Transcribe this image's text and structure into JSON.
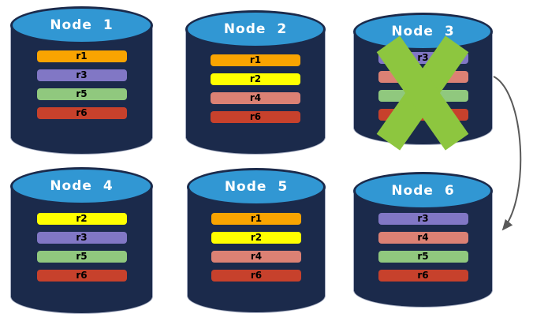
{
  "diagram": {
    "background_color": "#FFFFFF",
    "node_body_color": "#1B2A4B",
    "node_top_color": "#3197D3",
    "node_outline_color": "#A9B0C4",
    "title_color": "#FFFFFF",
    "failure_x_color": "#8DC63F",
    "arrow_color": "#595959"
  },
  "icons": {
    "failure_x": "x-cross-failure-mark",
    "failover_arrow": "curved-arrow-node3-to-node6"
  },
  "nodes": [
    {
      "title": "Node 1",
      "failed": false,
      "replicas": [
        {
          "label": "r1",
          "color": "#F9A401"
        },
        {
          "label": "r3",
          "color": "#8177C5"
        },
        {
          "label": "r5",
          "color": "#90C87E"
        },
        {
          "label": "r6",
          "color": "#C7412C"
        }
      ]
    },
    {
      "title": "Node 2",
      "failed": false,
      "replicas": [
        {
          "label": "r1",
          "color": "#F9A401"
        },
        {
          "label": "r2",
          "color": "#FFFF00"
        },
        {
          "label": "r4",
          "color": "#DC8174"
        },
        {
          "label": "r6",
          "color": "#C7412C"
        }
      ]
    },
    {
      "title": "Node 3",
      "failed": true,
      "replicas": [
        {
          "label": "r3",
          "color": "#8177C5"
        },
        {
          "label": "",
          "color": "#DC8174"
        },
        {
          "label": "",
          "color": "#90C87E"
        },
        {
          "label": "",
          "color": "#C7412C"
        }
      ]
    },
    {
      "title": "Node 4",
      "failed": false,
      "replicas": [
        {
          "label": "r2",
          "color": "#FFFF00"
        },
        {
          "label": "r3",
          "color": "#8177C5"
        },
        {
          "label": "r5",
          "color": "#90C87E"
        },
        {
          "label": "r6",
          "color": "#C7412C"
        }
      ]
    },
    {
      "title": "Node 5",
      "failed": false,
      "replicas": [
        {
          "label": "r1",
          "color": "#F9A401"
        },
        {
          "label": "r2",
          "color": "#FFFF00"
        },
        {
          "label": "r4",
          "color": "#DC8174"
        },
        {
          "label": "r6",
          "color": "#C7412C"
        }
      ]
    },
    {
      "title": "Node 6",
      "failed": false,
      "replicas": [
        {
          "label": "r3",
          "color": "#8177C5"
        },
        {
          "label": "r4",
          "color": "#DC8174"
        },
        {
          "label": "r5",
          "color": "#90C87E"
        },
        {
          "label": "r6",
          "color": "#C7412C"
        }
      ]
    }
  ]
}
